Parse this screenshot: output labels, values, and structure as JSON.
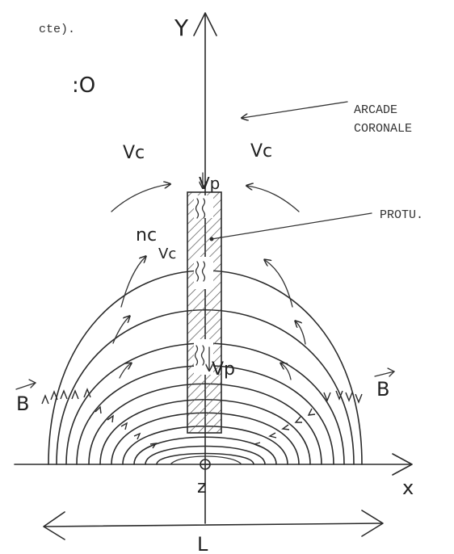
{
  "header_text": "cte).",
  "partial_equation": ":O",
  "axes": {
    "y_label": "Y",
    "x_label": "x",
    "origin_label": "z"
  },
  "labels": {
    "arcade": [
      "ARCADE",
      "CORONALE"
    ],
    "protu": "PROTU.",
    "vc_left": "Vc",
    "vc_right": "Vc",
    "vp_top": "Vp",
    "vp_mid": "Vp",
    "nc": "nc",
    "vc_small": "Vc",
    "b_left": "B",
    "b_right": "B",
    "length": "L"
  },
  "colors": {
    "ink": "#2a2a2a",
    "hatch": "#555555",
    "background": "#ffffff"
  }
}
